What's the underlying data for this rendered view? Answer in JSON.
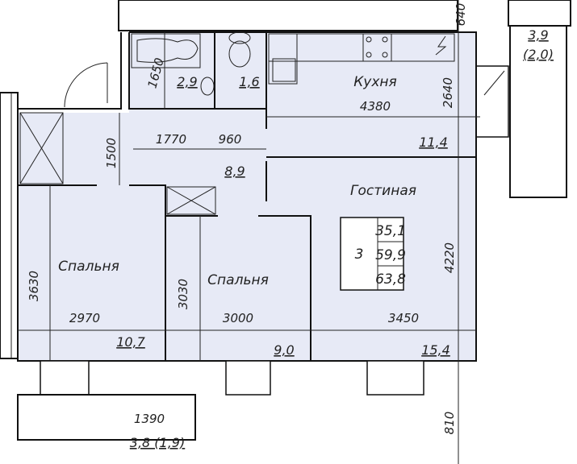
{
  "rooms": {
    "kitchen": {
      "name": "Кухня",
      "width": "4380",
      "depth": "2640",
      "area": "11,4"
    },
    "bathroom": {
      "area": "2,9",
      "depth": "1650"
    },
    "wc": {
      "area": "1,6"
    },
    "hall": {
      "area": "8,9",
      "dim_a": "1770",
      "dim_b": "960",
      "dim_c": "1500"
    },
    "living": {
      "name": "Гостиная",
      "width": "3450",
      "depth": "4220",
      "area": "15,4"
    },
    "bedroom1": {
      "name": "Спальня",
      "width": "2970",
      "depth": "3630",
      "area": "10,7"
    },
    "bedroom2": {
      "name": "Спальня",
      "width": "3000",
      "depth": "3030",
      "area": "9,0"
    },
    "balcony_right": {
      "area": "3,9",
      "area_reduced": "(2,0)"
    },
    "balcony_bottom": {
      "width": "1390",
      "area": "3,8 (1,9)"
    }
  },
  "wall_dims": {
    "top": "640",
    "bottom": "810"
  },
  "summary": {
    "rooms_count": "3",
    "living_area": "35,1",
    "total_area": "59,9",
    "total_with_balcony": "63,8"
  },
  "colors": {
    "room_fill": "#e7eaf6",
    "walls": "#111111"
  }
}
